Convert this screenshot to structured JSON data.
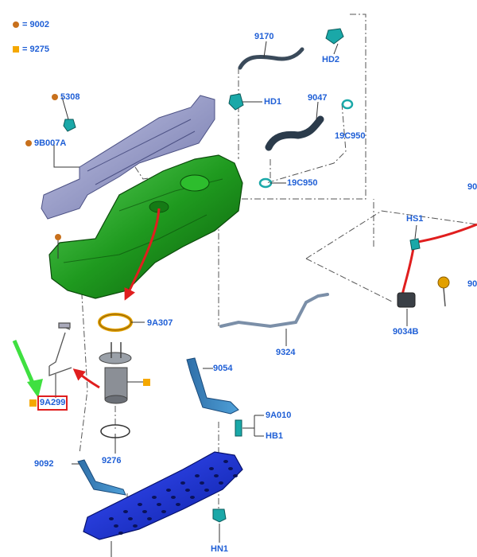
{
  "colors": {
    "label": "#1f5fd6",
    "dot_marker": "#c8701c",
    "square_marker": "#f5a800",
    "tank": "#1fa01f",
    "shield": "#8a8fc4",
    "skid_plate": "#1a2fd0",
    "teal_part": "#1aa8a8",
    "hose": "#2b3b4b",
    "arrow_red": "#e01e1e",
    "arrow_green": "#3fe040",
    "highlight_box": "#e01e1e"
  },
  "legend": [
    {
      "marker": "dot",
      "text": "= 9002"
    },
    {
      "marker": "square",
      "text": "= 9275"
    }
  ],
  "labels": {
    "l9170": "9170",
    "hd2": "HD2",
    "hd1": "HD1",
    "l9047": "9047",
    "l19c950a": "19C950",
    "l19c950b": "19C950",
    "l5308": "5308",
    "l9b007a": "9B007A",
    "l9a307": "9A307",
    "l9a299": "9A299",
    "l9054": "9054",
    "l9a010": "9A010",
    "hb1": "HB1",
    "l9276": "9276",
    "l9092": "9092",
    "hn1": "HN1",
    "l9324": "9324",
    "hs1": "HS1",
    "l9034b": "9034B",
    "l90a": "90",
    "l90b": "90"
  }
}
